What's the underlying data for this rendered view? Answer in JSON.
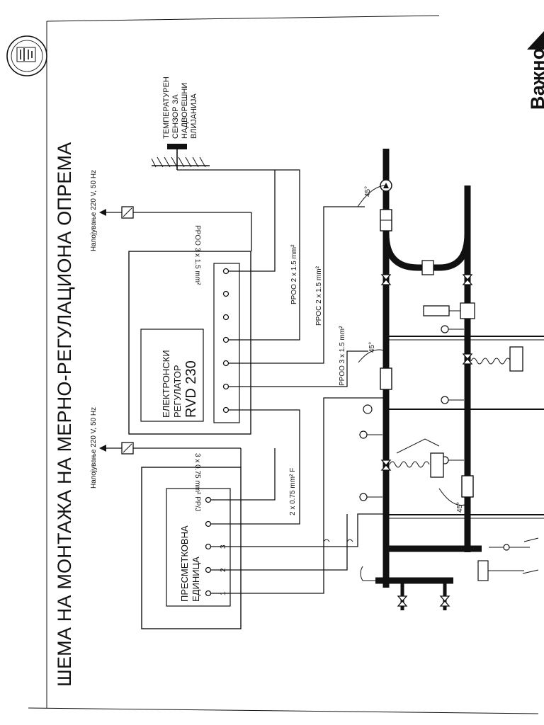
{
  "title": "ШЕМА НА МОНТАЖА НА МЕРНО-РЕГУЛАЦИОНА ОПРЕМА",
  "corner_label": "Важно",
  "sensor": {
    "lines": [
      "ТЕМПЕРАТУРЕН",
      "СЕНЗОР ЗА",
      "НАДВОРЕШНИ",
      "ВЛИЈАНИЈА"
    ]
  },
  "power": {
    "top": "Напојување 220 V, 50 Hz",
    "bottom": "Напојување 220 V, 50 Hz"
  },
  "cables": {
    "regulator_power": "PPOO 3 x 1.5 mm²",
    "sensor": "PPOO 2 x 1.5 mm²",
    "valve": "PPOC 2 x 1.5 mm²",
    "pump": "PPOO 3 x 1.5 mm²",
    "unit_power": "3 x 0.75 mm² PP/J",
    "unit_signal": "2 x 0.75 mm² F"
  },
  "regulator": {
    "lines": [
      "ЕЛЕКТРОНСКИ",
      "РЕГУЛАТОР"
    ],
    "model": "RVD 230"
  },
  "calc_unit": {
    "lines": [
      "ПРЕСМЕТКОВНА",
      "ЕДИНИЦА"
    ],
    "terminals": [
      "1",
      "2",
      "3"
    ]
  },
  "angles": [
    "45°",
    "45°",
    "45°"
  ]
}
